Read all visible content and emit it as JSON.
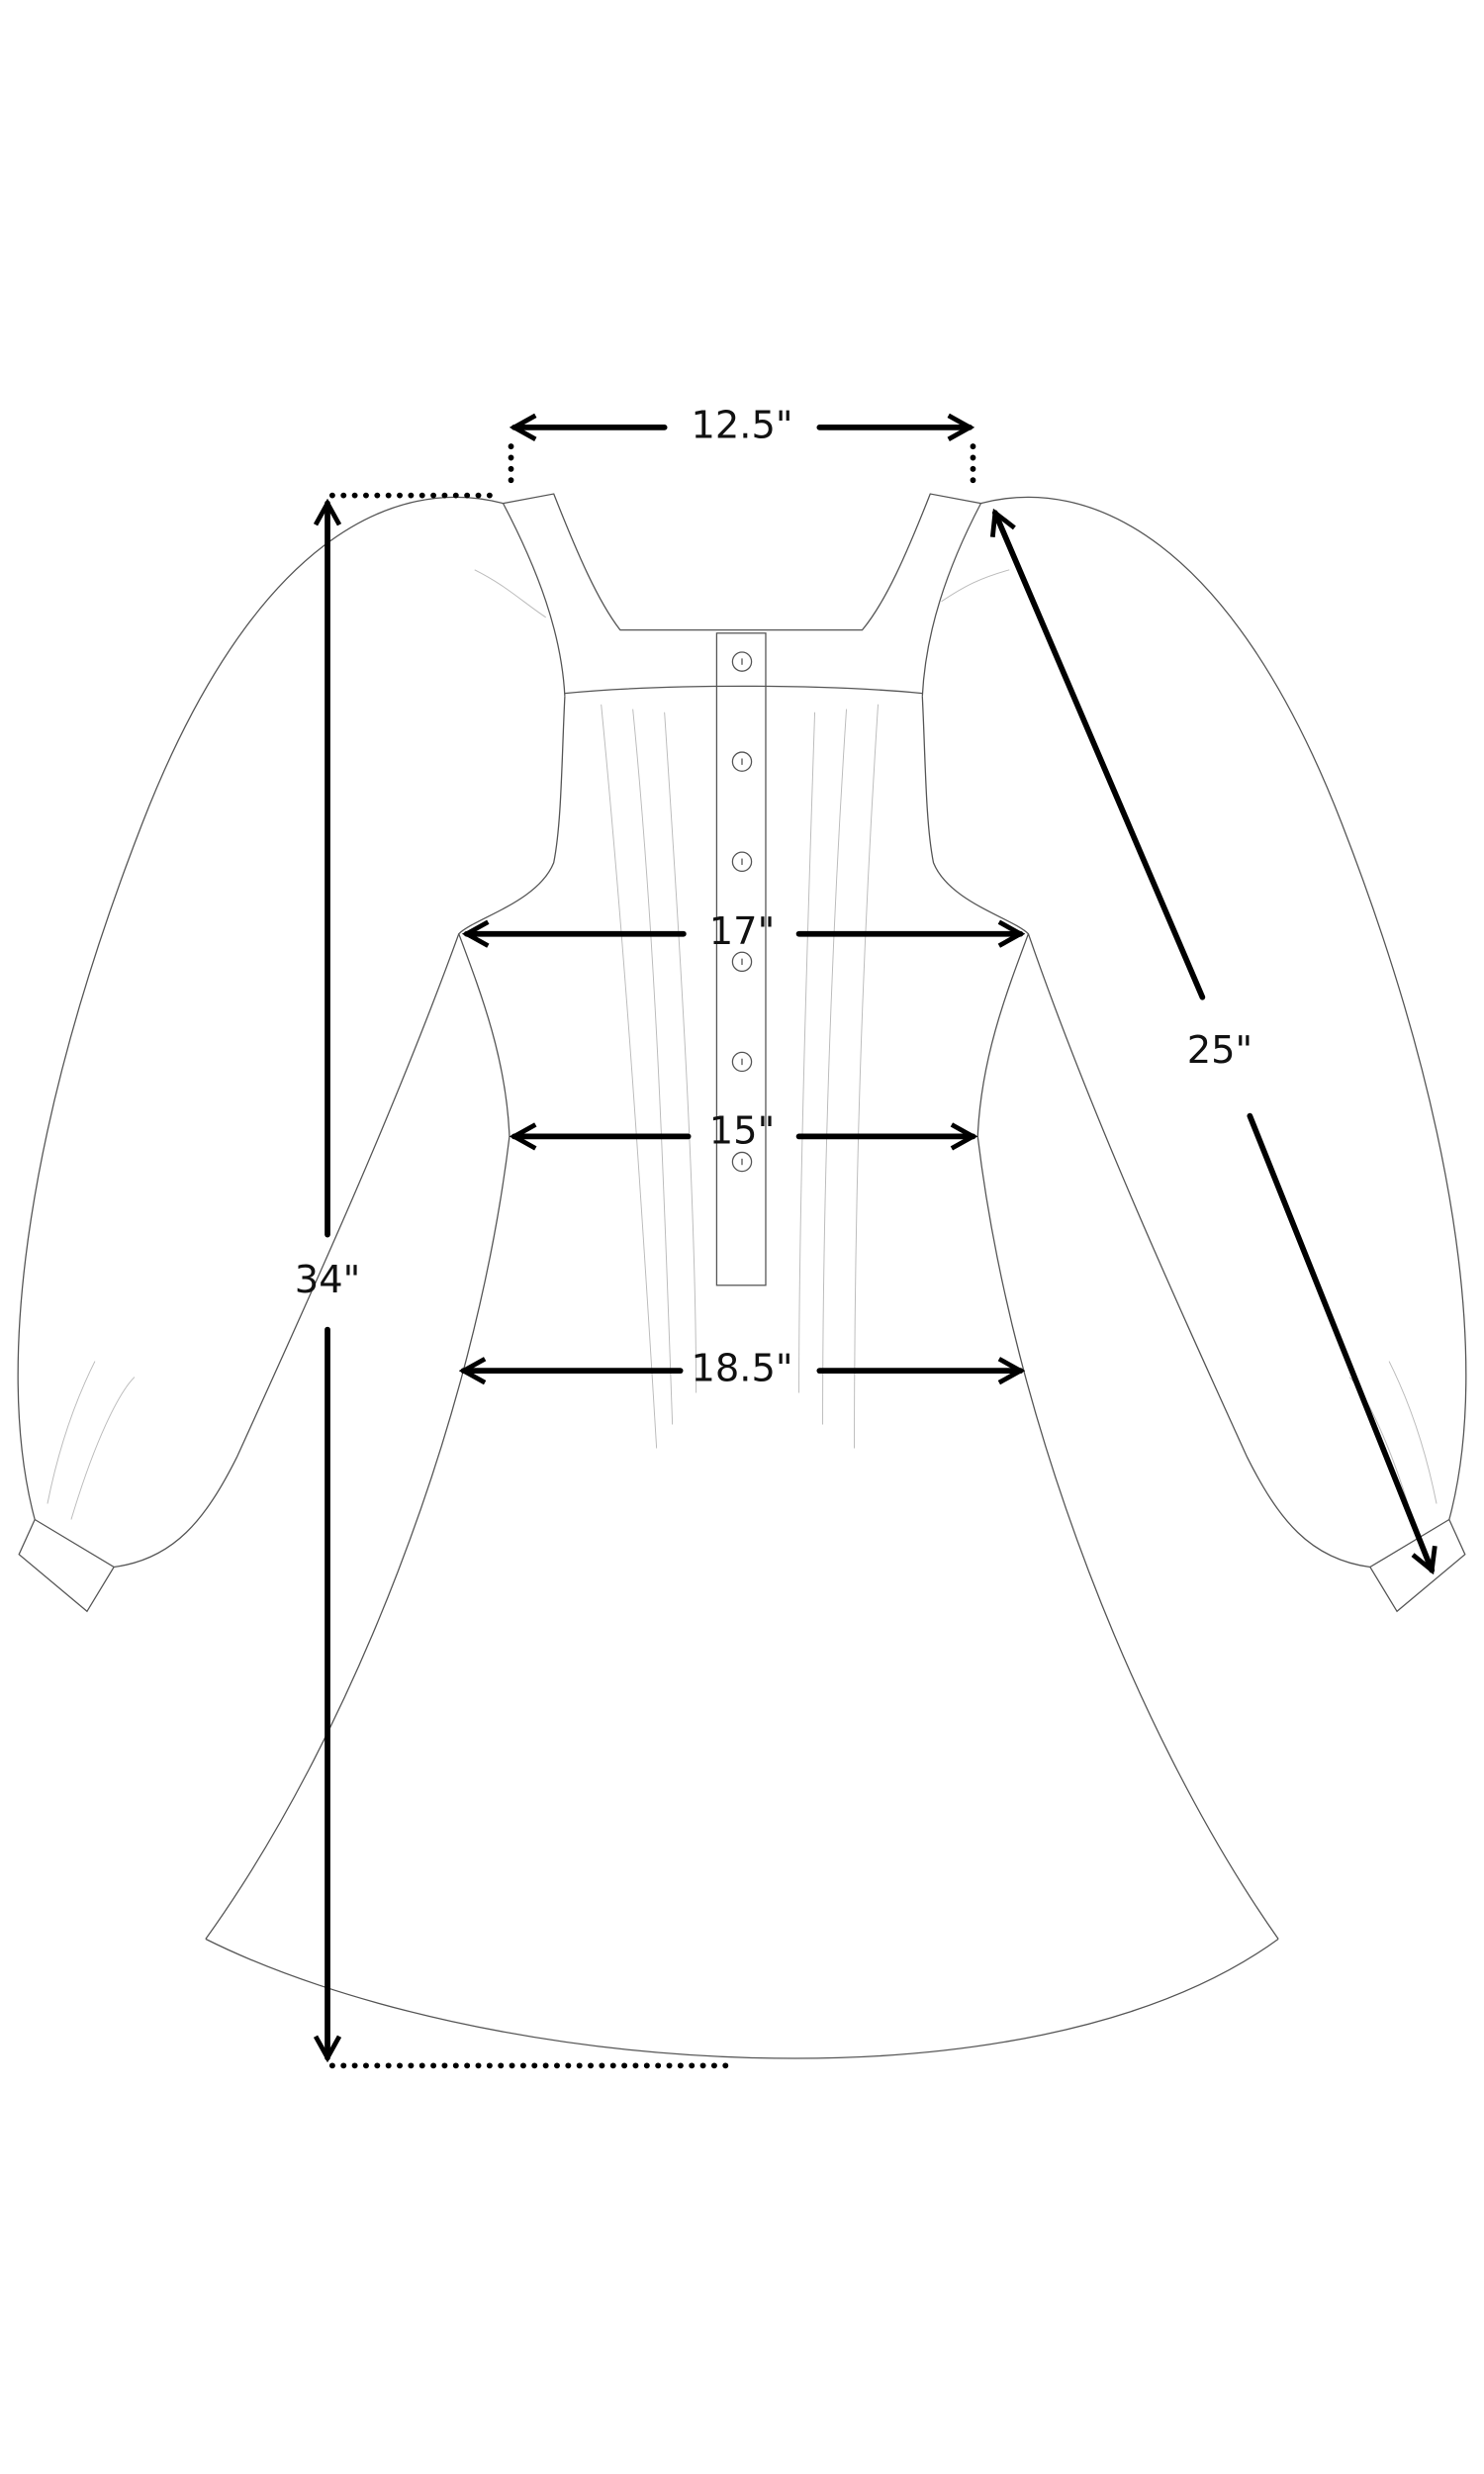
{
  "diagram": {
    "subject": "dress",
    "measurements": {
      "shoulder_width": "12.5\"",
      "length": "34\"",
      "chest": "17\"",
      "waist": "15\"",
      "hip": "18.5\"",
      "sleeve_length": "25\""
    },
    "button_count": 6,
    "colors": {
      "line": "#555555",
      "dimension": "#000000"
    }
  }
}
